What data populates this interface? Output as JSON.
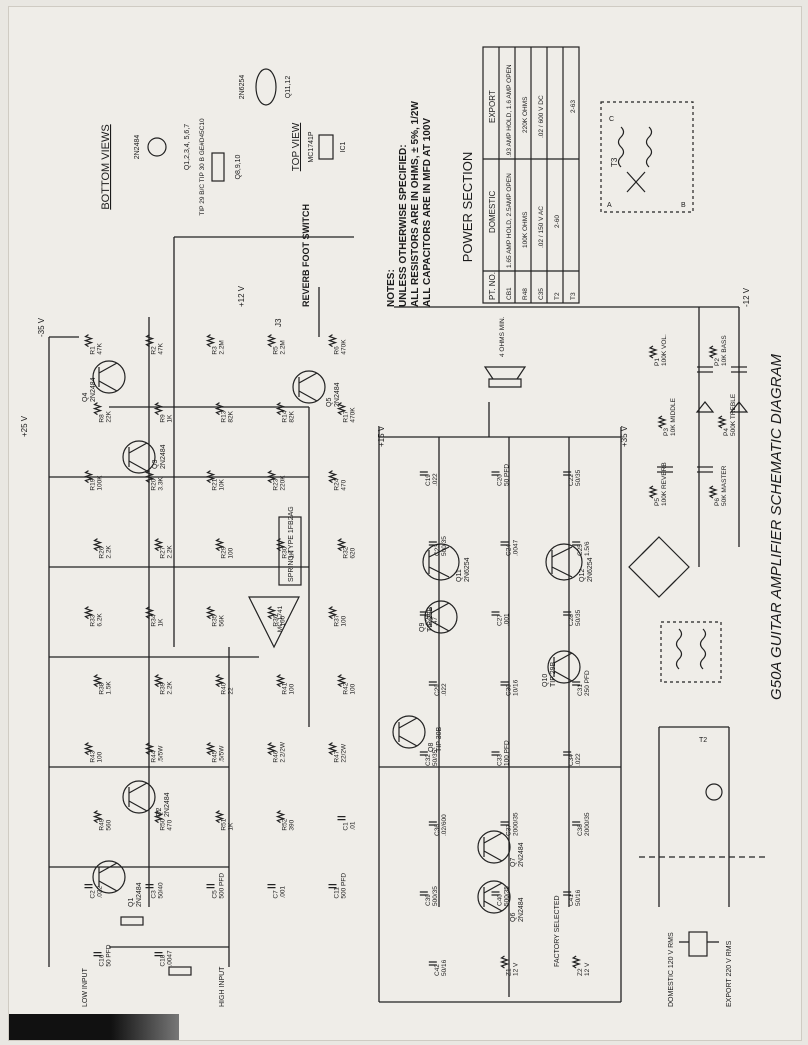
{
  "diagram": {
    "title": "G50A GUITAR AMPLIFIER SCHEMATIC DIAGRAM",
    "notes": {
      "header": "NOTES:",
      "lines": [
        "UNLESS OTHERWISE SPECIFIED:",
        "ALL RESISTORS ARE IN OHMS, ± 5%, 1/2W",
        "ALL CAPACITORS ARE IN MFD AT 100V"
      ]
    },
    "bottom_views": {
      "title": "BOTTOM VIEWS",
      "devices": [
        {
          "part": "2N2484",
          "use": "Q1,2,3,4, 5,6,7"
        },
        {
          "part": "TIP 29 B/C TIP 30 B GE#D45C10",
          "use": "Q8,9,10"
        },
        {
          "part": "2N6254",
          "use": "Q11,12"
        }
      ],
      "top_view": {
        "title": "TOP VIEW",
        "part": "MC1741P",
        "use": "IC1"
      }
    },
    "power_section": {
      "title": "POWER SECTION",
      "headers": [
        "PT. NO.",
        "DOMESTIC",
        "EXPORT"
      ],
      "rows": [
        [
          "CB1",
          "1.65 AMP HOLD, 2.5AMP OPEN",
          ".93 AMP HOLD, 1.6 AMP OPEN"
        ],
        [
          "R48",
          "100K OHMS",
          "220K OHMS"
        ],
        [
          "C35",
          ".02 / 150 V AC",
          ".02 / 600 V DC"
        ],
        [
          "T2",
          "2-60",
          ""
        ],
        [
          "T3",
          "",
          "2-63"
        ]
      ]
    },
    "rails": [
      "+35 V",
      "-35 V",
      "+12 V",
      "-12 V",
      "+25 V",
      "+15 V"
    ],
    "labels": {
      "low_input": "LOW INPUT",
      "high_input": "HIGH INPUT",
      "reverb_switch": "REVERB FOOT SWITCH",
      "spring": "SPRING TYPE 1FB2AG",
      "speaker": "4 OHMS MIN.",
      "domestic": "DOMESTIC 120 V RMS",
      "export": "EXPORT 220 V RMS",
      "factory": "FACTORY SELECTED"
    },
    "components": [
      {
        "ref": "Q1",
        "val": "2N2484"
      },
      {
        "ref": "Q2",
        "val": "2N2484"
      },
      {
        "ref": "Q3",
        "val": "2N2484"
      },
      {
        "ref": "Q4",
        "val": "2N2484"
      },
      {
        "ref": "Q5",
        "val": "2N2484"
      },
      {
        "ref": "Q6",
        "val": "2N2484"
      },
      {
        "ref": "Q7",
        "val": "2N2484"
      },
      {
        "ref": "Q8",
        "val": "TIP 30B"
      },
      {
        "ref": "Q9",
        "val": "TIP 29B"
      },
      {
        "ref": "Q10",
        "val": "TIP 29B"
      },
      {
        "ref": "Q11",
        "val": "2N6254"
      },
      {
        "ref": "Q12",
        "val": "2N6254"
      },
      {
        "ref": "IC1",
        "val": "MC 1741"
      },
      {
        "ref": "R1",
        "val": "47K"
      },
      {
        "ref": "R2",
        "val": "47K"
      },
      {
        "ref": "R3",
        "val": "2.2M"
      },
      {
        "ref": "R5",
        "val": "2.2M"
      },
      {
        "ref": "R6",
        "val": "470K"
      },
      {
        "ref": "R8",
        "val": "22K"
      },
      {
        "ref": "R9",
        "val": "1K"
      },
      {
        "ref": "R13",
        "val": "82K"
      },
      {
        "ref": "R14",
        "val": "82K"
      },
      {
        "ref": "R17",
        "val": "470K"
      },
      {
        "ref": "R19",
        "val": "100K"
      },
      {
        "ref": "R20",
        "val": "3.3K"
      },
      {
        "ref": "R21",
        "val": "10K"
      },
      {
        "ref": "R23",
        "val": "220K"
      },
      {
        "ref": "R24",
        "val": "470"
      },
      {
        "ref": "R26",
        "val": "2.2K"
      },
      {
        "ref": "R27",
        "val": "2.2K"
      },
      {
        "ref": "R29",
        "val": "100"
      },
      {
        "ref": "R30",
        "val": "1K"
      },
      {
        "ref": "R32",
        "val": "620"
      },
      {
        "ref": "R33",
        "val": "6.2K"
      },
      {
        "ref": "R34",
        "val": "1K"
      },
      {
        "ref": "R35",
        "val": "56K"
      },
      {
        "ref": "R36",
        "val": "160"
      },
      {
        "ref": "R37",
        "val": "100"
      },
      {
        "ref": "R38",
        "val": "1.5K"
      },
      {
        "ref": "R39",
        "val": "2.2K"
      },
      {
        "ref": "R40",
        "val": "22"
      },
      {
        "ref": "R41",
        "val": "100"
      },
      {
        "ref": "R42",
        "val": "100"
      },
      {
        "ref": "R43",
        "val": "100"
      },
      {
        "ref": "R44",
        "val": ".5/5W"
      },
      {
        "ref": "R45",
        "val": ".5/5W"
      },
      {
        "ref": "R46",
        "val": "2.2/2W"
      },
      {
        "ref": "R47",
        "val": "22/2W"
      },
      {
        "ref": "R49",
        "val": "560"
      },
      {
        "ref": "R50",
        "val": "470"
      },
      {
        "ref": "R51",
        "val": "1K"
      },
      {
        "ref": "R52",
        "val": "390"
      },
      {
        "ref": "C1",
        "val": ".01"
      },
      {
        "ref": "C2",
        "val": ".022"
      },
      {
        "ref": "C3",
        "val": "50/40"
      },
      {
        "ref": "C5",
        "val": "500 PFD"
      },
      {
        "ref": "C7",
        "val": ".001"
      },
      {
        "ref": "C11",
        "val": "500 PFD"
      },
      {
        "ref": "C16",
        "val": "50 PFD"
      },
      {
        "ref": "C18",
        "val": ".0047"
      },
      {
        "ref": "C19",
        "val": ".022"
      },
      {
        "ref": "C20",
        "val": "50 PFD"
      },
      {
        "ref": "C22",
        "val": "50/35"
      },
      {
        "ref": "C23",
        "val": "500/35"
      },
      {
        "ref": "C24",
        "val": ".0047"
      },
      {
        "ref": "C25",
        "val": "1.5/6"
      },
      {
        "ref": "C26",
        "val": ".47"
      },
      {
        "ref": "C27",
        "val": ".001"
      },
      {
        "ref": "C28",
        "val": "50/35"
      },
      {
        "ref": "C29",
        "val": ".022"
      },
      {
        "ref": "C30",
        "val": "10/16"
      },
      {
        "ref": "C31",
        "val": "250 PFD"
      },
      {
        "ref": "C32",
        "val": "50/35"
      },
      {
        "ref": "C33",
        "val": "100 PFD"
      },
      {
        "ref": "C34",
        "val": ".022"
      },
      {
        "ref": "C36",
        "val": ".02/600"
      },
      {
        "ref": "C37",
        "val": "2000/35"
      },
      {
        "ref": "C38",
        "val": "2000/35"
      },
      {
        "ref": "C39",
        "val": "500/35"
      },
      {
        "ref": "C40",
        "val": "500/35"
      },
      {
        "ref": "C41",
        "val": "50/16"
      },
      {
        "ref": "C42",
        "val": "50/16"
      },
      {
        "ref": "Z1",
        "val": "12 V"
      },
      {
        "ref": "Z2",
        "val": "12 V"
      },
      {
        "ref": "P1",
        "val": "100K VOL."
      },
      {
        "ref": "P2",
        "val": "10K BASS"
      },
      {
        "ref": "P3",
        "val": "10K MIDDLE"
      },
      {
        "ref": "P4",
        "val": "500K TREBLE"
      },
      {
        "ref": "P5",
        "val": "100K REVERB"
      },
      {
        "ref": "P6",
        "val": "50K MASTER"
      }
    ]
  }
}
